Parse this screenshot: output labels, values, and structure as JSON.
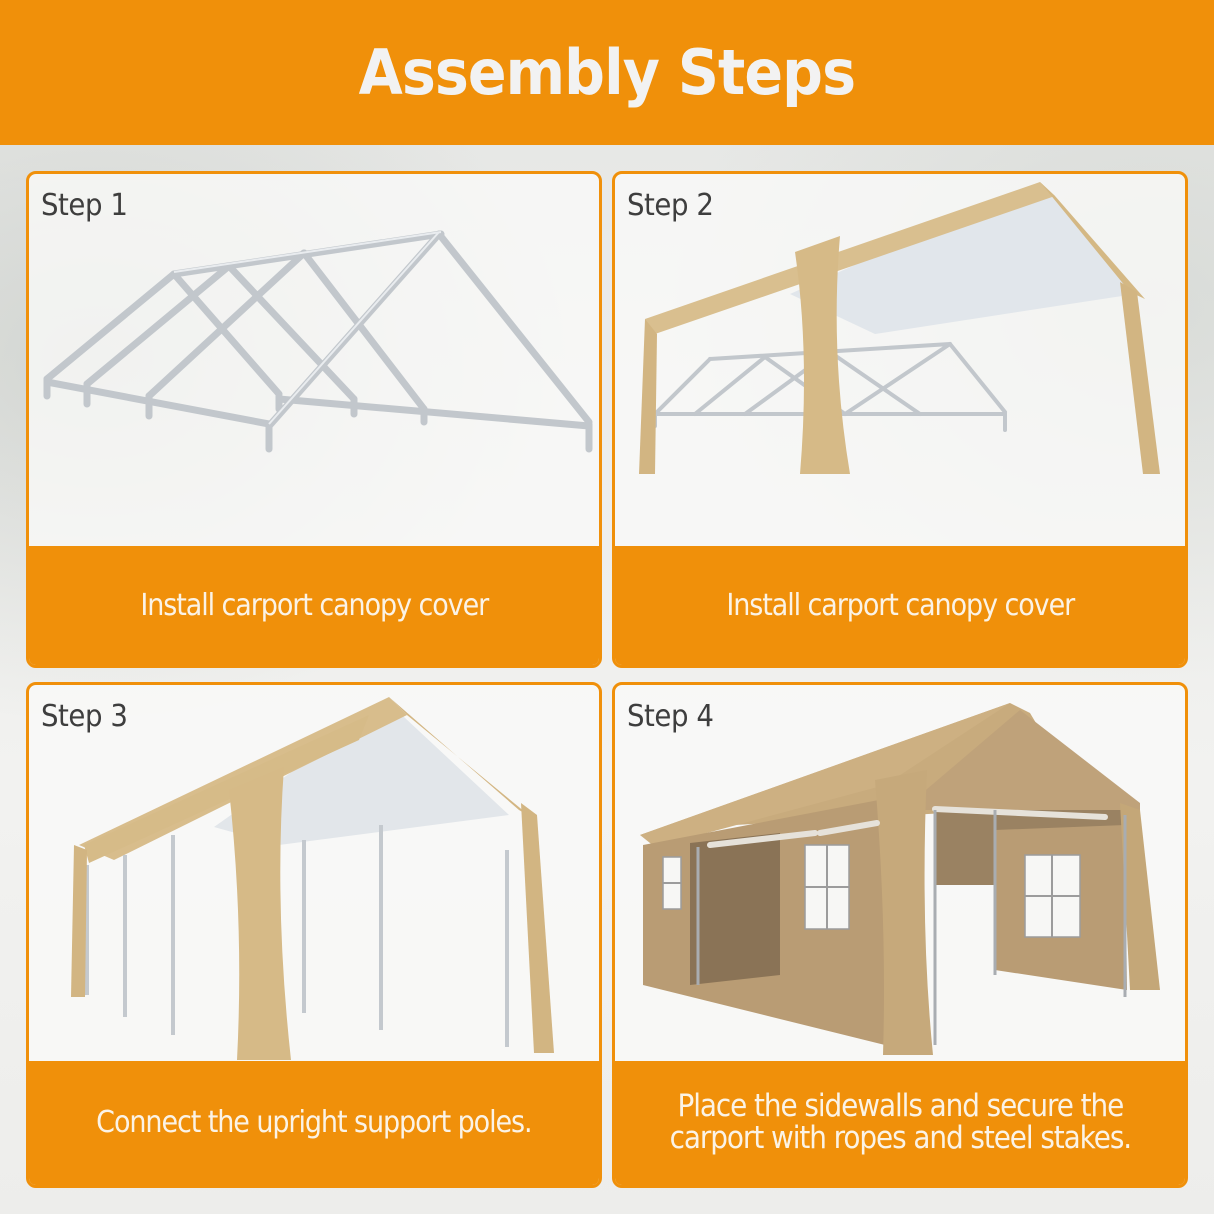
{
  "header": {
    "title": "Assembly Steps"
  },
  "colors": {
    "accent_orange": "#f0900a",
    "caption_text": "#fbf3e6",
    "step_label_text": "#3e3e3e",
    "canopy_beige": "#d9bf8f",
    "sidewall_tan": "#bfa27a",
    "frame_silver": "#c9cdd1",
    "canopy_underside": "#e3e7eb"
  },
  "steps": [
    {
      "label": "Step 1",
      "caption": "Install carport canopy cover",
      "illustration": "steel-frame-roof-structure"
    },
    {
      "label": "Step 2",
      "caption": "Install carport canopy cover",
      "illustration": "canopy-cover-over-frame"
    },
    {
      "label": "Step 3",
      "caption": "Connect the upright support poles.",
      "illustration": "canopy-with-upright-poles"
    },
    {
      "label": "Step 4",
      "caption_line1": "Place the sidewalls and secure the",
      "caption_line2": "carport with ropes and steel stakes.",
      "illustration": "carport-with-sidewalls-and-windows"
    }
  ]
}
